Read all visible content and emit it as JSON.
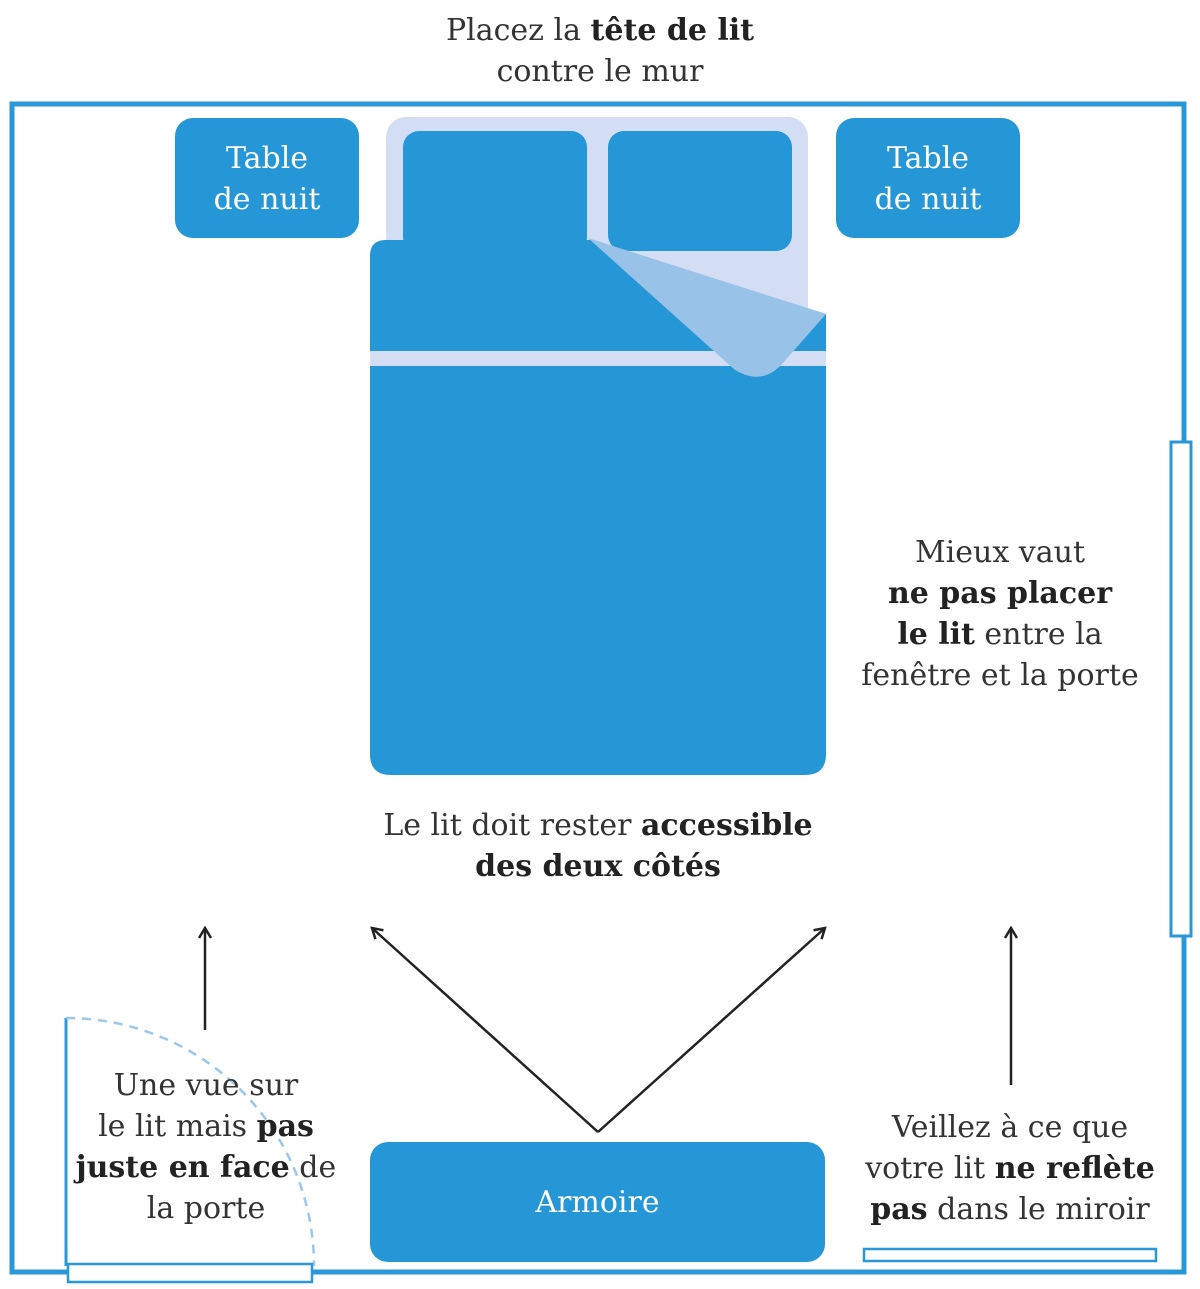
{
  "colors": {
    "room_wall": "#2a98d8",
    "furniture": "#2596d6",
    "headboard": "#d3def5",
    "folded_sheet": "#99c2e8",
    "text": "#333333",
    "arrow": "#222222"
  },
  "headboard_note": {
    "line1_plain": "Placez la ",
    "line1_bold": "tête de lit",
    "line2_plain": "contre le mur"
  },
  "nightstand_left": {
    "line1": "Table",
    "line2": "de nuit"
  },
  "nightstand_right": {
    "line1": "Table",
    "line2": "de nuit"
  },
  "wardrobe": {
    "label": "Armoire"
  },
  "window_note": {
    "line1_plain": "Mieux vaut",
    "line2_bold": "ne pas placer",
    "line3_bold": "le lit",
    "line3_plain": " entre la",
    "line4_plain": "fenêtre et la porte"
  },
  "access_note": {
    "line1_plain": "Le lit doit rester ",
    "line1_bold": "accessible",
    "line2_bold": "des deux côtés"
  },
  "door_note": {
    "line1_plain": "Une vue sur",
    "line2_plain": "le lit mais ",
    "line2_bold": "pas",
    "line3_bold": "juste en face",
    "line3_plain": " de",
    "line4_plain": "la porte"
  },
  "mirror_note": {
    "line1_plain": "Veillez à ce que",
    "line2_plain": "votre lit ",
    "line2_bold": "ne reflète",
    "line3_bold": "pas",
    "line3_plain": " dans le miroir"
  }
}
